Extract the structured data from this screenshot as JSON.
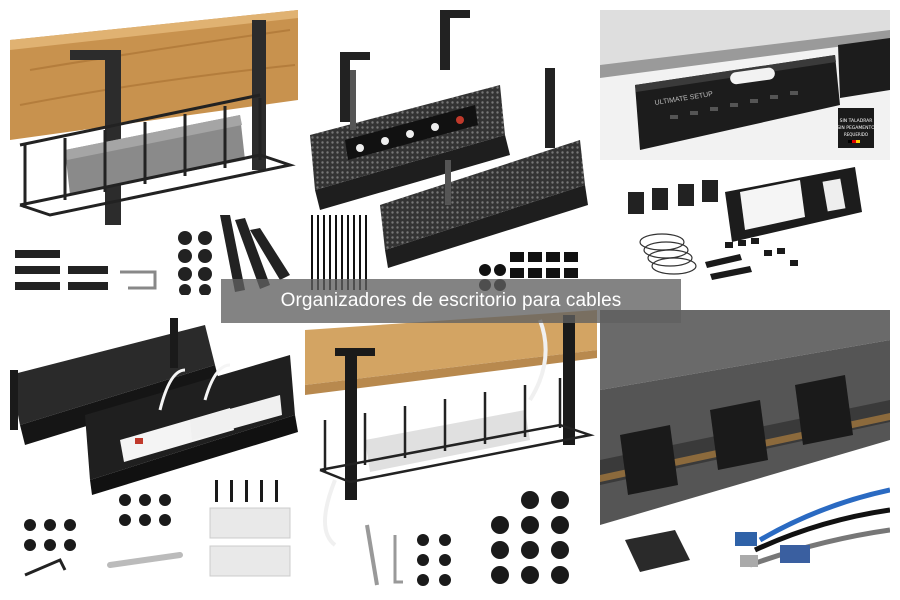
{
  "caption": {
    "text": "Organizadores de escritorio para cables"
  },
  "products": [
    {
      "brand_text": "ULTIMATE SETUP"
    },
    {
      "tag_lines": [
        "SIN TALADRAR",
        "SIN PEGAMENTO",
        "REQUERIDO"
      ]
    }
  ]
}
